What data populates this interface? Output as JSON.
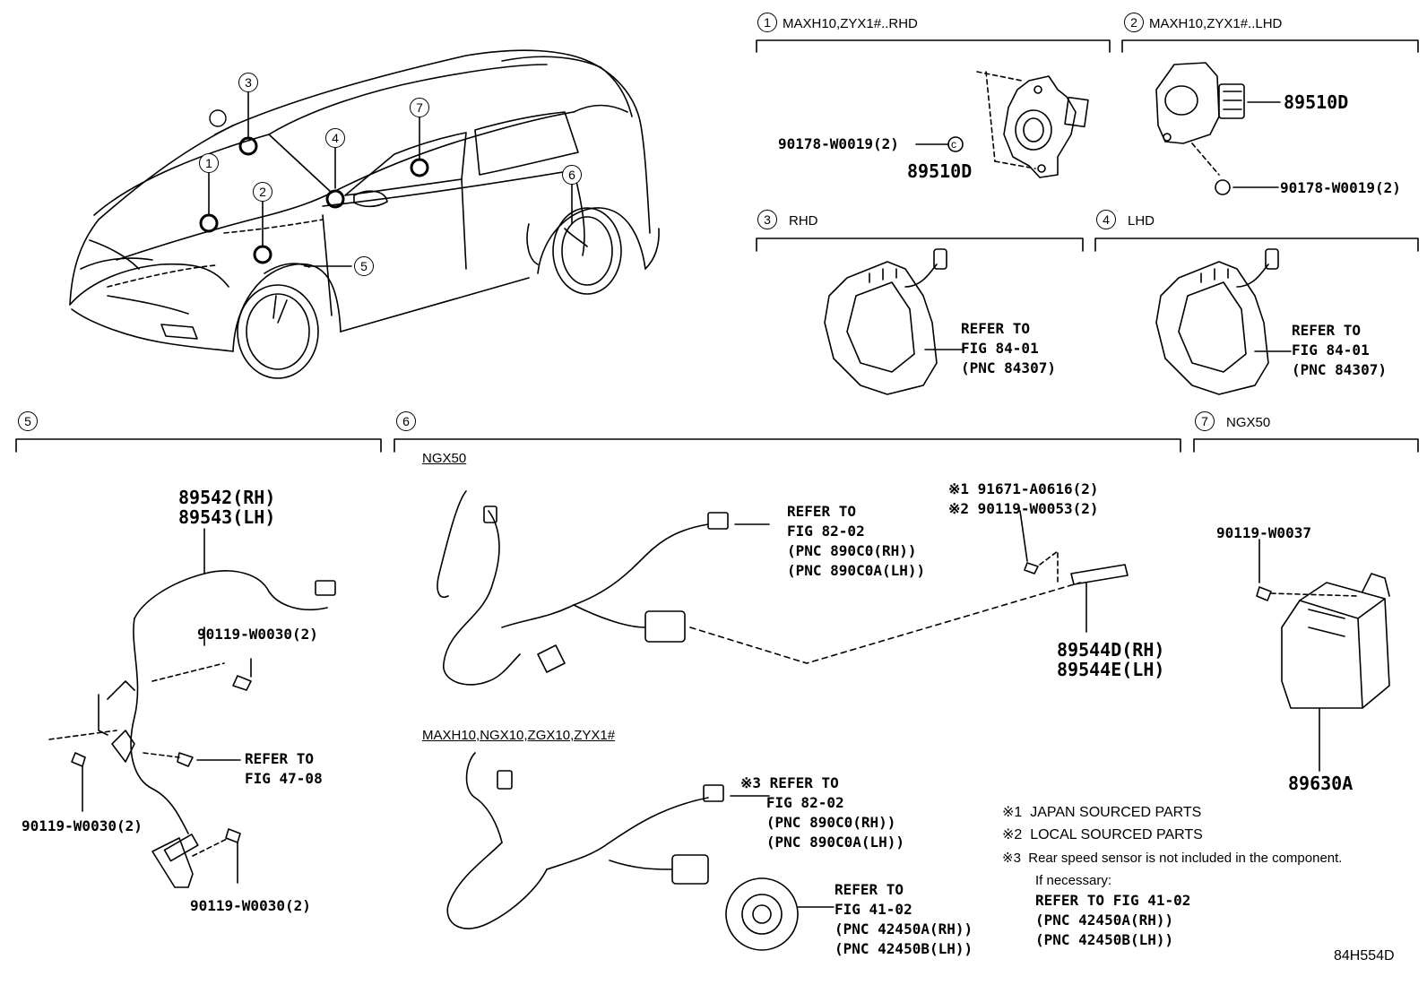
{
  "car": {
    "callouts": [
      "1",
      "2",
      "3",
      "4",
      "5",
      "6",
      "7"
    ]
  },
  "sections": [
    {
      "num": "1",
      "title": "MAXH10,ZYX1#..RHD"
    },
    {
      "num": "2",
      "title": "MAXH10,ZYX1#..LHD"
    },
    {
      "num": "3",
      "title": "RHD"
    },
    {
      "num": "4",
      "title": "LHD"
    },
    {
      "num": "5",
      "title": ""
    },
    {
      "num": "6",
      "title": ""
    },
    {
      "num": "7",
      "title": "NGX50"
    }
  ],
  "s1": {
    "bolt": "90178-W0019(2)",
    "bolt_mark": "c",
    "part": "89510D"
  },
  "s2": {
    "part": "89510D",
    "bolt": "90178-W0019(2)"
  },
  "s3": {
    "ref": "REFER TO\nFIG 84-01\n(PNC 84307)"
  },
  "s4": {
    "ref": "REFER TO\nFIG 84-01\n(PNC 84307)"
  },
  "s5": {
    "part": "89542(RH)\n89543(LH)",
    "bolt_a": "90119-W0030(2)",
    "ref": "REFER TO\nFIG 47-08",
    "bolt_b": "90119-W0030(2)",
    "bolt_c": "90119-W0030(2)"
  },
  "s6": {
    "sub1": "NGX50",
    "ref1": "REFER TO\nFIG 82-02\n(PNC 890C0(RH))\n(PNC 890C0A(LH))",
    "bolt_note": "※1 91671-A0616(2)\n※2 90119-W0053(2)",
    "part": "89544D(RH)\n89544E(LH)",
    "sub2": "MAXH10,NGX10,ZGX10,ZYX1#",
    "ref2": "※3 REFER TO\n   FIG 82-02\n   (PNC 890C0(RH))\n   (PNC 890C0A(LH))",
    "ref3": "REFER TO\nFIG 41-02\n(PNC 42450A(RH))\n(PNC 42450B(LH))"
  },
  "s7": {
    "bolt": "90119-W0037",
    "part": "89630A"
  },
  "notes": {
    "n1": "※1  JAPAN SOURCED PARTS",
    "n2": "※2  LOCAL SOURCED PARTS",
    "n3": "※3  Rear speed sensor is not included in the component.",
    "n4": "If necessary:",
    "n5": "REFER TO FIG 41-02\n(PNC 42450A(RH))\n(PNC 42450B(LH))"
  },
  "code": "84H554D"
}
